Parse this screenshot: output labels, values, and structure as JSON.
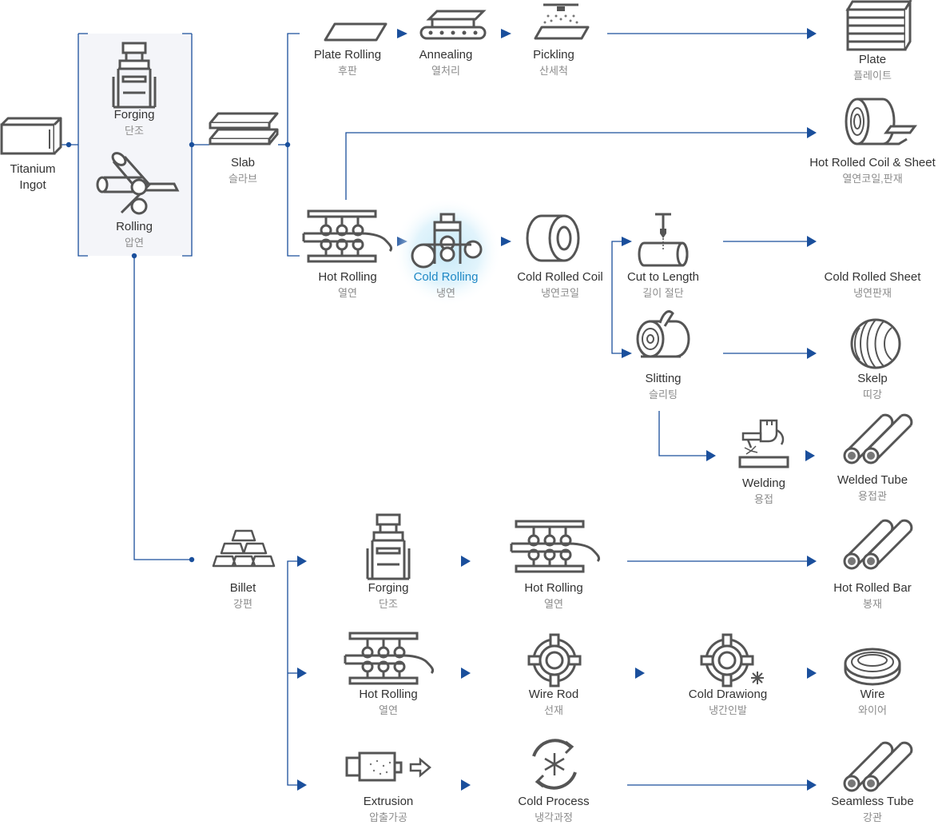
{
  "colors": {
    "line": "#1a4f9c",
    "icon": "#555555",
    "highlight": "#1e88c5",
    "panel": "#f4f5f9"
  },
  "nodes": {
    "ingot": {
      "en": "Titanium",
      "en2": "Ingot"
    },
    "forging1": {
      "en": "Forging",
      "ko": "단조"
    },
    "rolling1": {
      "en": "Rolling",
      "ko": "압연"
    },
    "slab": {
      "en": "Slab",
      "ko": "슬라브"
    },
    "plate_rolling": {
      "en": "Plate Rolling",
      "ko": "후판"
    },
    "annealing": {
      "en": "Annealing",
      "ko": "열처리"
    },
    "pickling": {
      "en": "Pickling",
      "ko": "산세척"
    },
    "plate": {
      "en": "Plate",
      "ko": "플레이트"
    },
    "hot_coil_sheet": {
      "en": "Hot Rolled Coil & Sheet",
      "ko": "열연코일,판재"
    },
    "hot_rolling1": {
      "en": "Hot Rolling",
      "ko": "열연"
    },
    "cold_rolling": {
      "en": "Cold Rolling",
      "ko": "냉연"
    },
    "cold_rolled_coil": {
      "en": "Cold Rolled Coil",
      "ko": "냉연코일"
    },
    "cut_to_length": {
      "en": "Cut to Length",
      "ko": "길이 절단"
    },
    "cold_rolled_sheet": {
      "en": "Cold Rolled Sheet",
      "ko": "냉연판재"
    },
    "slitting": {
      "en": "Slitting",
      "ko": "슬리팅"
    },
    "skelp": {
      "en": "Skelp",
      "ko": "띠강"
    },
    "welding": {
      "en": "Welding",
      "ko": "용접"
    },
    "welded_tube": {
      "en": "Welded Tube",
      "ko": "용접관"
    },
    "billet": {
      "en": "Billet",
      "ko": "강편"
    },
    "forging2": {
      "en": "Forging",
      "ko": "단조"
    },
    "hot_rolling2": {
      "en": "Hot Rolling",
      "ko": "열연"
    },
    "hot_rolled_bar": {
      "en": "Hot Rolled Bar",
      "ko": "봉재"
    },
    "hot_rolling3": {
      "en": "Hot Rolling",
      "ko": "열연"
    },
    "wire_rod": {
      "en": "Wire Rod",
      "ko": "선재"
    },
    "cold_drawing": {
      "en": "Cold Drawiong",
      "ko": "냉간인발"
    },
    "wire": {
      "en": "Wire",
      "ko": "와이어"
    },
    "extrusion": {
      "en": "Extrusion",
      "ko": "압출가공"
    },
    "cold_process": {
      "en": "Cold Process",
      "ko": "냉각과정"
    },
    "seamless_tube": {
      "en": "Seamless Tube",
      "ko": "강관"
    }
  }
}
